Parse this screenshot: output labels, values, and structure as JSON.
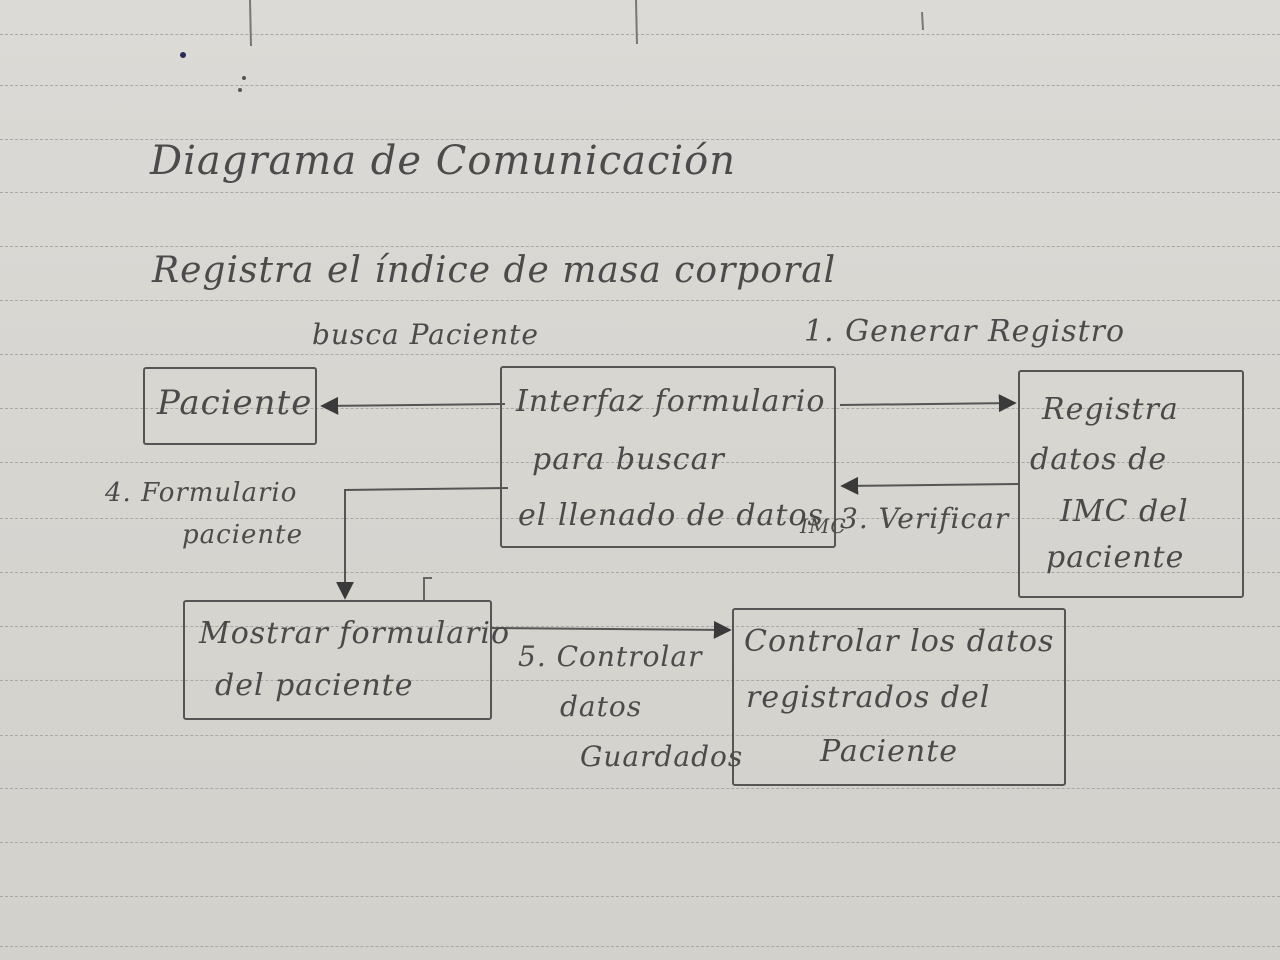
{
  "title": "Diagrama de Comunicación",
  "subtitle": "Registra el índice de masa corporal",
  "objects": {
    "paciente": {
      "label": "Paciente"
    },
    "interfaz": {
      "lines": [
        "Interfaz formulario",
        "para buscar",
        "el llenado de datos"
      ]
    },
    "registra": {
      "lines": [
        "Registra",
        "datos de",
        "IMC del",
        "paciente"
      ]
    },
    "mostrar": {
      "lines": [
        "Mostrar formulario",
        "del paciente"
      ]
    },
    "controlar": {
      "lines": [
        "Controlar los datos",
        "registrados del",
        "Paciente"
      ]
    }
  },
  "messages": {
    "busca_paciente": "busca Paciente",
    "generar_registro": "1. Generar Registro",
    "verificar": {
      "prefix": "IMC",
      "label": "3. Verificar"
    },
    "formulario_paciente": [
      "4. Formulario",
      "paciente"
    ],
    "controlar_datos": [
      "5. Controlar",
      "datos",
      "Guardados"
    ]
  }
}
